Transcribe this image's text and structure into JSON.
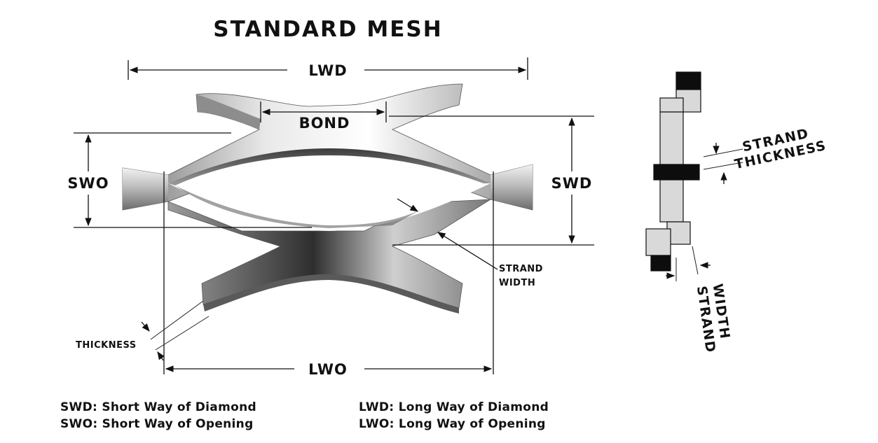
{
  "title": "STANDARD MESH",
  "dimensions": {
    "lwd": "LWD",
    "bond": "BOND",
    "swo": "SWO",
    "swd": "SWD",
    "strand_width": [
      "STRAND",
      "WIDTH"
    ],
    "thickness": "THICKNESS",
    "lwo": "LWO"
  },
  "side_view": {
    "strand_thickness": [
      "STRAND",
      "THICKNESS"
    ],
    "strand_width": [
      "STRAND",
      "WIDTH"
    ]
  },
  "legend": {
    "swd": "SWD: Short Way of Diamond",
    "swo": "SWO: Short Way of Opening",
    "lwd": "LWD: Long Way of Diamond",
    "lwo": "LWO: Long Way of Opening"
  },
  "colors": {
    "ink": "#111111",
    "metal_light": "#e6e6e6",
    "metal_mid": "#9a9a9a",
    "metal_dark": "#3a3a3a",
    "side_fill": "#d9d9d9",
    "side_dark": "#0d0d0d"
  }
}
